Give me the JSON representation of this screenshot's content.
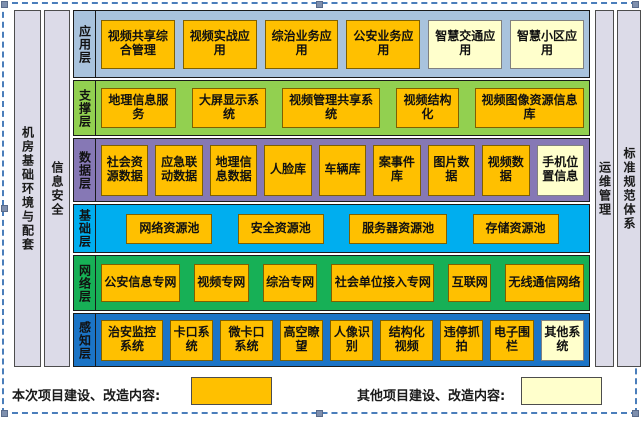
{
  "colors": {
    "current_box": "#FFC000",
    "current_border": "#7F6000",
    "other_box": "#FFFFCC",
    "other_border": "#808080",
    "selection": "#4A7EBB"
  },
  "side_bars": {
    "left": [
      {
        "label": "机房基础环境与配套"
      },
      {
        "label": "信息安全"
      }
    ],
    "right": [
      {
        "label": "运维管理"
      },
      {
        "label": "标准规范体系"
      }
    ]
  },
  "layers": [
    {
      "id": "application",
      "name": "应用层",
      "color": "#A9C3DD",
      "boxes": [
        {
          "label": "视频共享综合管理",
          "type": "current"
        },
        {
          "label": "视频实战应用",
          "type": "current"
        },
        {
          "label": "综治业务应用",
          "type": "current"
        },
        {
          "label": "公安业务应用",
          "type": "current"
        },
        {
          "label": "智慧交通应用",
          "type": "other"
        },
        {
          "label": "智慧小区应用",
          "type": "other"
        }
      ]
    },
    {
      "id": "support",
      "name": "支撑层",
      "color": "#92D050",
      "boxes": [
        {
          "label": "地理信息服务",
          "type": "current"
        },
        {
          "label": "大屏显示系统",
          "type": "current"
        },
        {
          "label": "视频管理共享系统",
          "type": "current"
        },
        {
          "label": "视频结构化",
          "type": "current"
        },
        {
          "label": "视频图像资源信息库",
          "type": "current"
        }
      ]
    },
    {
      "id": "data",
      "name": "数据层",
      "color": "#8678B5",
      "boxes": [
        {
          "label": "社会资源数据",
          "type": "current"
        },
        {
          "label": "应急联动数据",
          "type": "current"
        },
        {
          "label": "地理信息数据",
          "type": "current"
        },
        {
          "label": "人脸库",
          "type": "current"
        },
        {
          "label": "车辆库",
          "type": "current"
        },
        {
          "label": "案事件库",
          "type": "current"
        },
        {
          "label": "图片数据",
          "type": "current"
        },
        {
          "label": "视频数据",
          "type": "current"
        },
        {
          "label": "手机位置信息",
          "type": "other"
        }
      ]
    },
    {
      "id": "infrastructure",
      "name": "基础层",
      "color": "#00AEEF",
      "boxes": [
        {
          "label": "网络资源池",
          "type": "current"
        },
        {
          "label": "安全资源池",
          "type": "current"
        },
        {
          "label": "服务器资源池",
          "type": "current"
        },
        {
          "label": "存储资源池",
          "type": "current"
        }
      ]
    },
    {
      "id": "network",
      "name": "网络层",
      "color": "#17B056",
      "boxes": [
        {
          "label": "公安信息专网",
          "type": "current"
        },
        {
          "label": "视频专网",
          "type": "current"
        },
        {
          "label": "综治专网",
          "type": "current"
        },
        {
          "label": "社会单位接入专网",
          "type": "current"
        },
        {
          "label": "互联网",
          "type": "current"
        },
        {
          "label": "无线通信网络",
          "type": "current"
        }
      ]
    },
    {
      "id": "perception",
      "name": "感知层",
      "color": "#1B74C6",
      "boxes": [
        {
          "label": "治安监控系统",
          "type": "current"
        },
        {
          "label": "卡口系统",
          "type": "current"
        },
        {
          "label": "微卡口系统",
          "type": "current"
        },
        {
          "label": "高空瞭望",
          "type": "current"
        },
        {
          "label": "人像识别",
          "type": "current"
        },
        {
          "label": "结构化视频",
          "type": "current"
        },
        {
          "label": "违停抓拍",
          "type": "current"
        },
        {
          "label": "电子围栏",
          "type": "current"
        },
        {
          "label": "其他系统",
          "type": "other"
        }
      ]
    }
  ],
  "legend": {
    "current_label": "本次项目建设、改造内容:",
    "other_label": "其他项目建设、改造内容:"
  }
}
